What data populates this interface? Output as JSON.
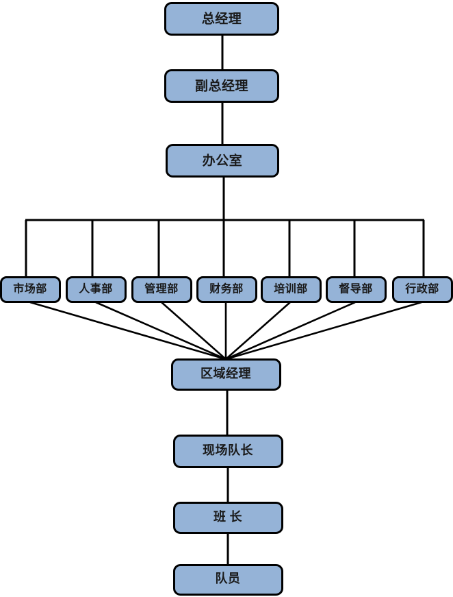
{
  "diagram": {
    "type": "org-chart",
    "title": "",
    "orientation": "top-down",
    "palette": {
      "node_fill": "#95b3d7",
      "node_border": "#000000",
      "connector": "#000000",
      "background": "#ffffff",
      "label_color": "#1a1a1a"
    },
    "levels": [
      {
        "level": 1,
        "nodes": [
          {
            "id": "general-manager",
            "label": "总经理"
          }
        ]
      },
      {
        "level": 2,
        "nodes": [
          {
            "id": "deputy-general-manager",
            "label": "副总经理"
          }
        ]
      },
      {
        "level": 3,
        "nodes": [
          {
            "id": "office",
            "label": "办公室"
          }
        ]
      },
      {
        "level": 4,
        "nodes": [
          {
            "id": "marketing-department",
            "label": "市场部"
          },
          {
            "id": "personnel-department",
            "label": "人事部"
          },
          {
            "id": "management-department",
            "label": "管理部"
          },
          {
            "id": "finance-department",
            "label": "财务部"
          },
          {
            "id": "training-department",
            "label": "培训部"
          },
          {
            "id": "supervision-department",
            "label": "督导部"
          },
          {
            "id": "administration-department",
            "label": "行政部"
          }
        ]
      },
      {
        "level": 5,
        "nodes": [
          {
            "id": "regional-manager",
            "label": "区域经理"
          }
        ]
      },
      {
        "level": 6,
        "nodes": [
          {
            "id": "site-captain",
            "label": "现场队长"
          }
        ]
      },
      {
        "level": 7,
        "nodes": [
          {
            "id": "squad-leader",
            "label": "班 长"
          }
        ]
      },
      {
        "level": 8,
        "nodes": [
          {
            "id": "team-member",
            "label": "队员"
          }
        ]
      }
    ],
    "edges": [
      {
        "from": "general-manager",
        "to": "deputy-general-manager"
      },
      {
        "from": "deputy-general-manager",
        "to": "office"
      },
      {
        "from": "office",
        "to": "marketing-department"
      },
      {
        "from": "office",
        "to": "personnel-department"
      },
      {
        "from": "office",
        "to": "management-department"
      },
      {
        "from": "office",
        "to": "finance-department"
      },
      {
        "from": "office",
        "to": "training-department"
      },
      {
        "from": "office",
        "to": "supervision-department"
      },
      {
        "from": "office",
        "to": "administration-department"
      },
      {
        "from": "marketing-department",
        "to": "regional-manager"
      },
      {
        "from": "personnel-department",
        "to": "regional-manager"
      },
      {
        "from": "management-department",
        "to": "regional-manager"
      },
      {
        "from": "finance-department",
        "to": "regional-manager"
      },
      {
        "from": "training-department",
        "to": "regional-manager"
      },
      {
        "from": "supervision-department",
        "to": "regional-manager"
      },
      {
        "from": "administration-department",
        "to": "regional-manager"
      },
      {
        "from": "regional-manager",
        "to": "site-captain"
      },
      {
        "from": "site-captain",
        "to": "squad-leader"
      },
      {
        "from": "squad-leader",
        "to": "team-member"
      }
    ]
  }
}
